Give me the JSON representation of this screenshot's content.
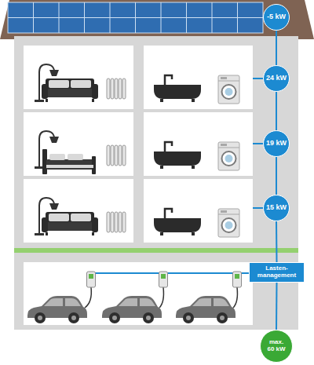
{
  "diagram": {
    "nodes": [
      {
        "text": [
          "-5 kW"
        ]
      },
      {
        "text": [
          "24 kW"
        ]
      },
      {
        "text": [
          "19 kW"
        ]
      },
      {
        "text": [
          "15 kW"
        ]
      },
      {
        "text": [
          "Lasten- management"
        ]
      },
      {
        "text": [
          "max. 60 kW"
        ]
      }
    ],
    "edges": [
      {
        "from": 0,
        "to": 1,
        "arrow": "none"
      },
      {
        "from": 1,
        "to": 2,
        "arrow": "none"
      },
      {
        "from": 2,
        "to": 3,
        "arrow": "none"
      },
      {
        "from": 3,
        "to": 4,
        "arrow": "none"
      },
      {
        "from": 4,
        "to": 5,
        "arrow": "none"
      }
    ]
  }
}
